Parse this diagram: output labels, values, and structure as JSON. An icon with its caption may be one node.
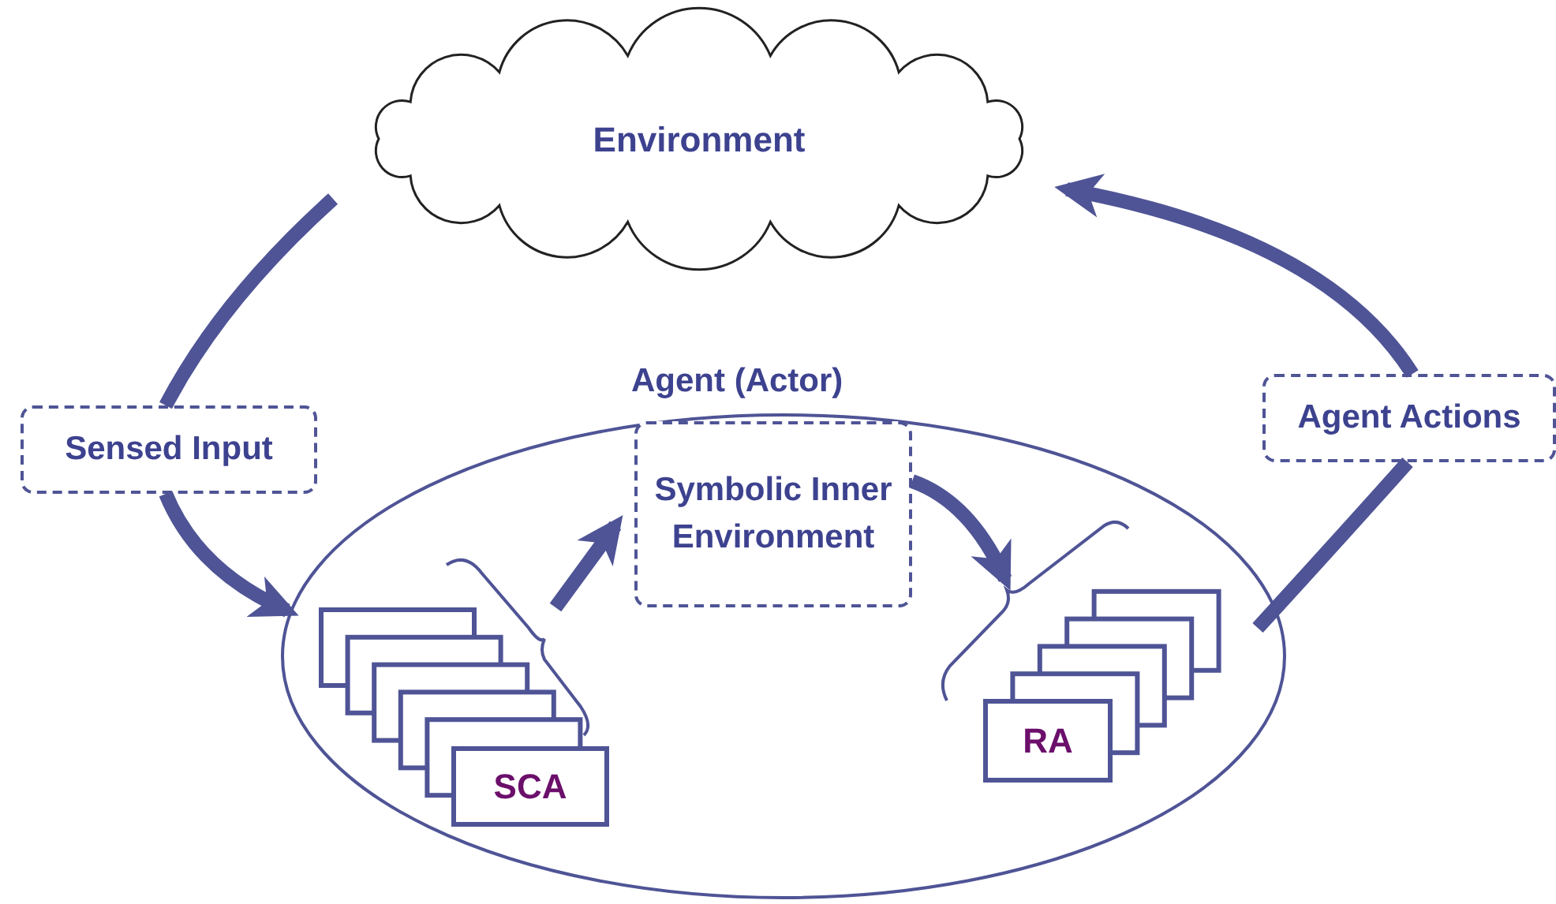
{
  "diagram": {
    "nodes": [
      {
        "text": [
          "Environment"
        ]
      },
      {
        "text": [
          "Agent (Actor)"
        ]
      },
      {
        "text": [
          "Sensed Input"
        ]
      },
      {
        "text": [
          "SCA"
        ],
        "in": 1
      },
      {
        "text": [
          "Symbolic Inner Environment"
        ],
        "in": 1
      },
      {
        "text": [
          "RA"
        ],
        "in": 1
      },
      {
        "text": [
          "Agent Actions"
        ]
      }
    ],
    "edges": [
      {
        "from": 0,
        "to": 2,
        "arrow": "none"
      },
      {
        "from": 2,
        "to": 3,
        "arrow": "to"
      },
      {
        "from": 3,
        "to": 4,
        "arrow": "to"
      },
      {
        "from": 4,
        "to": 5,
        "arrow": "to"
      },
      {
        "from": 1,
        "to": 6,
        "arrow": "none"
      },
      {
        "from": 6,
        "to": 0,
        "arrow": "to"
      }
    ]
  }
}
